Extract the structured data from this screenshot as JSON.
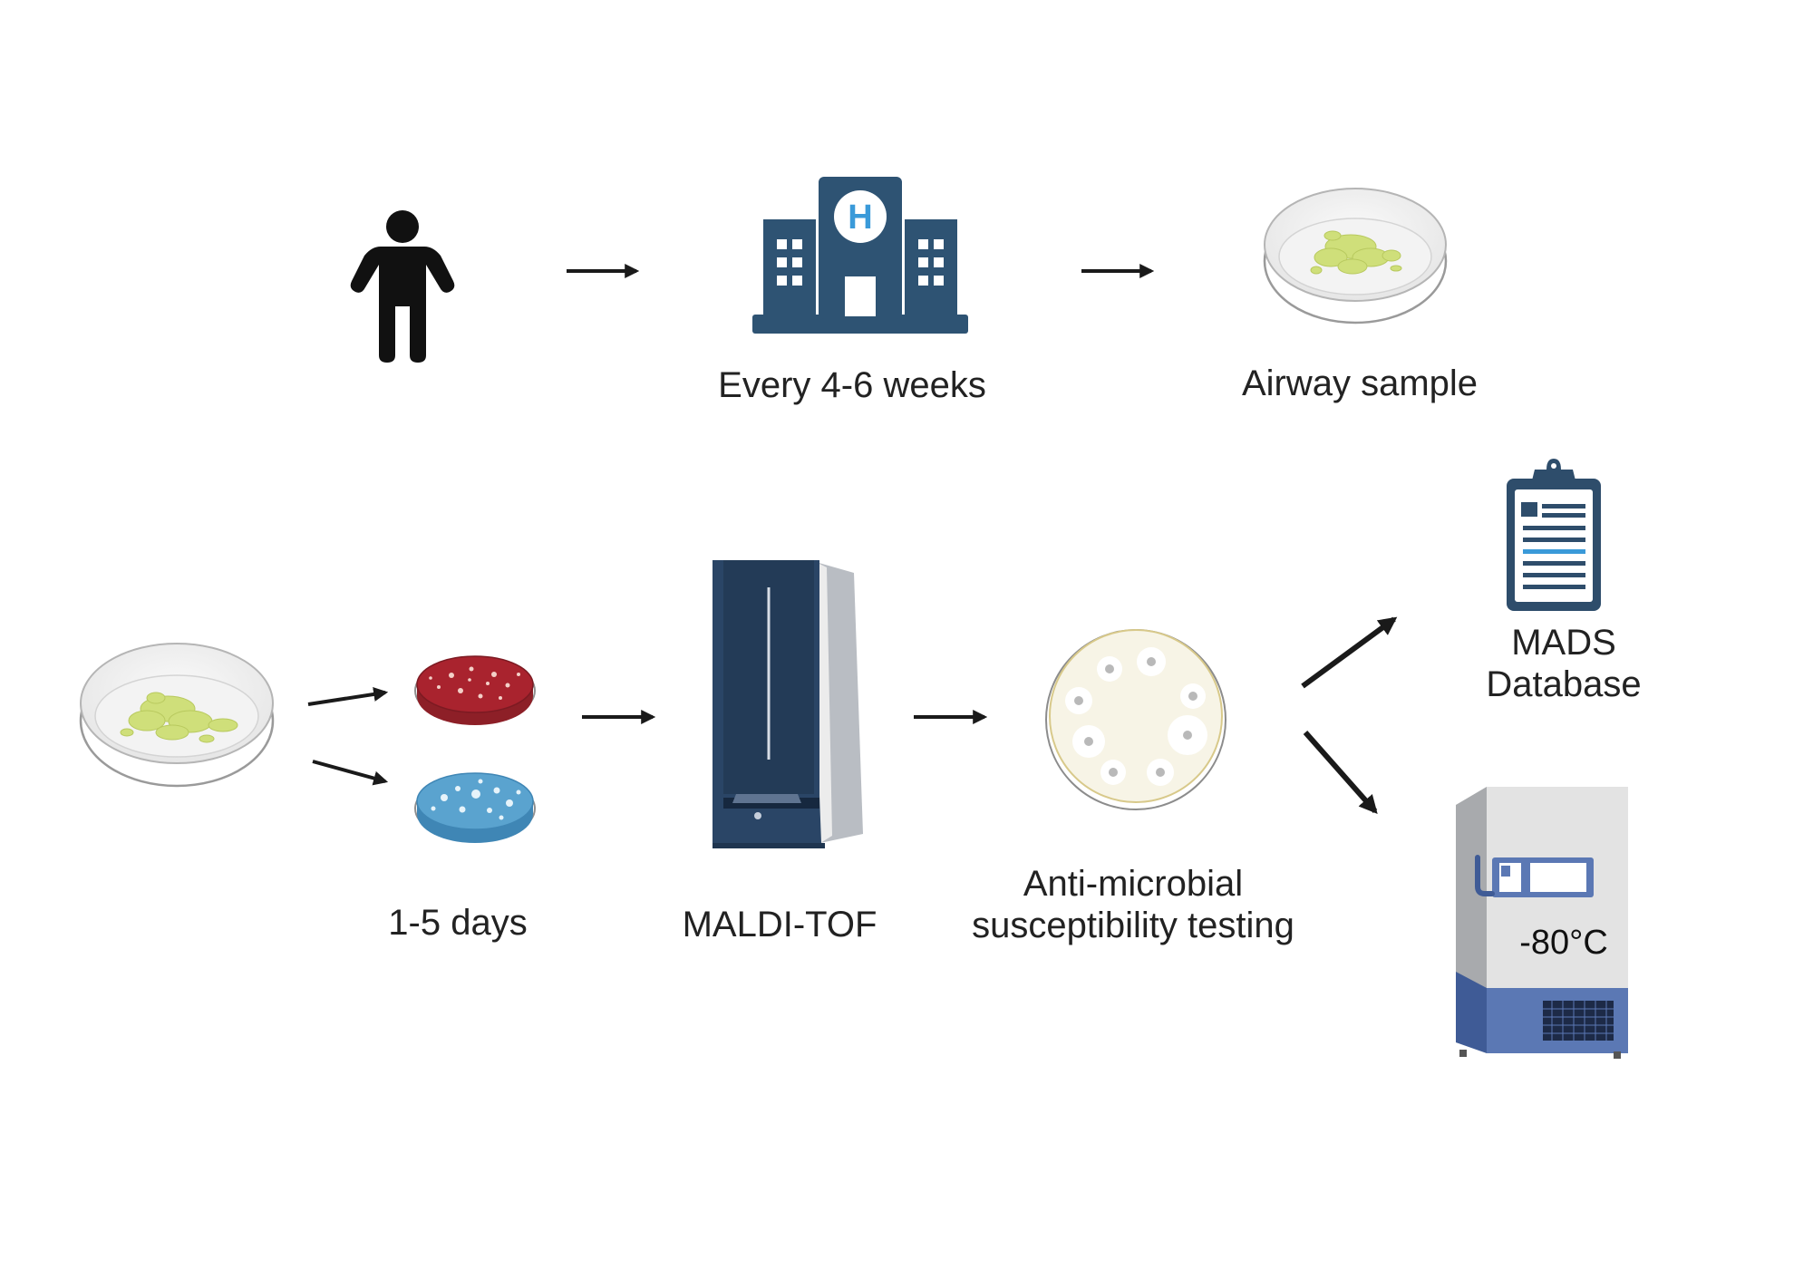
{
  "labels": {
    "hospital": "Every 4-6 weeks",
    "airway": "Airway sample",
    "culture": "1-5 days",
    "maldi": "MALDI-TOF",
    "amt_line1": "Anti-microbial",
    "amt_line2": "susceptibility testing",
    "mads_line1": "MADS",
    "mads_line2": "Database",
    "freezer_temp": "-80°C",
    "hospital_sign": "H"
  },
  "icons": [
    "person-icon",
    "hospital-icon",
    "petri-dish-sputum-icon",
    "blood-agar-plate-icon",
    "blue-agar-plate-icon",
    "maldi-tof-instrument-icon",
    "antibiotic-disk-plate-icon",
    "clipboard-database-icon",
    "ultra-low-freezer-icon"
  ],
  "colors": {
    "navy": "#2e4d6b",
    "dark_navy": "#233b57",
    "hospital_sign_blue": "#3a9ad9",
    "sputum_green": "#cfdf7a",
    "blood_agar": "#a9232e",
    "blue_agar": "#5aa3cf",
    "freezer_blue": "#5b78b4",
    "arrow": "#1a1a1a"
  }
}
